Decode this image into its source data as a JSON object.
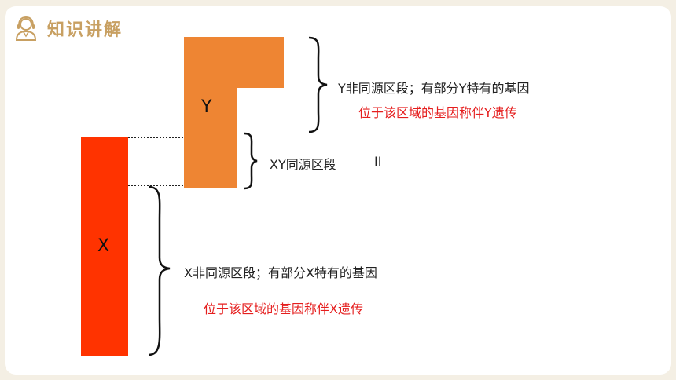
{
  "header": {
    "title": "知识讲解",
    "icon": "teacher-headset-icon"
  },
  "colors": {
    "y_chromosome": "#EE8533",
    "x_chromosome": "#FF3300",
    "accent": "#C8A062",
    "highlight_text": "#E51E1E"
  },
  "diagram": {
    "y_label": "Y",
    "x_label": "X",
    "y_nonhomologous": "Y非同源区段；有部分Y特有的基因",
    "y_inheritance": "位于该区域的基因称伴Y遗传",
    "xy_homologous": "XY同源区段",
    "xy_homologous_mark": "II",
    "x_nonhomologous": "X非同源区段；有部分X特有的基因",
    "x_inheritance": "位于该区域的基因称伴X遗传"
  }
}
